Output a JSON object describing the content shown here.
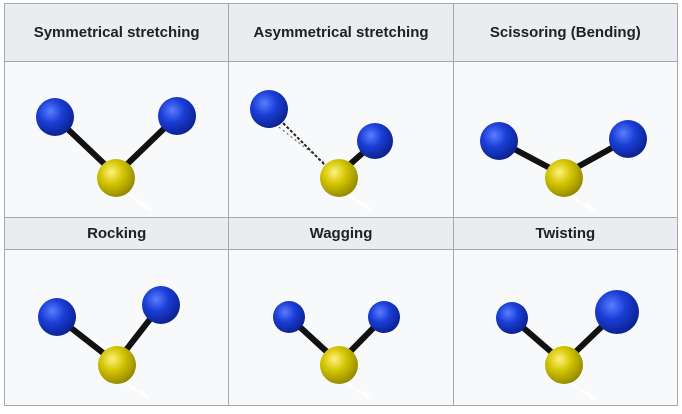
{
  "modes": [
    {
      "label": "Symmetrical stretching"
    },
    {
      "label": "Asymmetrical stretching"
    },
    {
      "label": "Scissoring (Bending)"
    },
    {
      "label": "Rocking"
    },
    {
      "label": "Wagging"
    },
    {
      "label": "Twisting"
    }
  ],
  "colors": {
    "outer_atom": "#1535c8",
    "central_atom": "#c9bd00",
    "bond": "#111111",
    "header_bg": "#eaecf0",
    "cell_bg": "#f8f9fa",
    "border": "#a2a9b1"
  }
}
